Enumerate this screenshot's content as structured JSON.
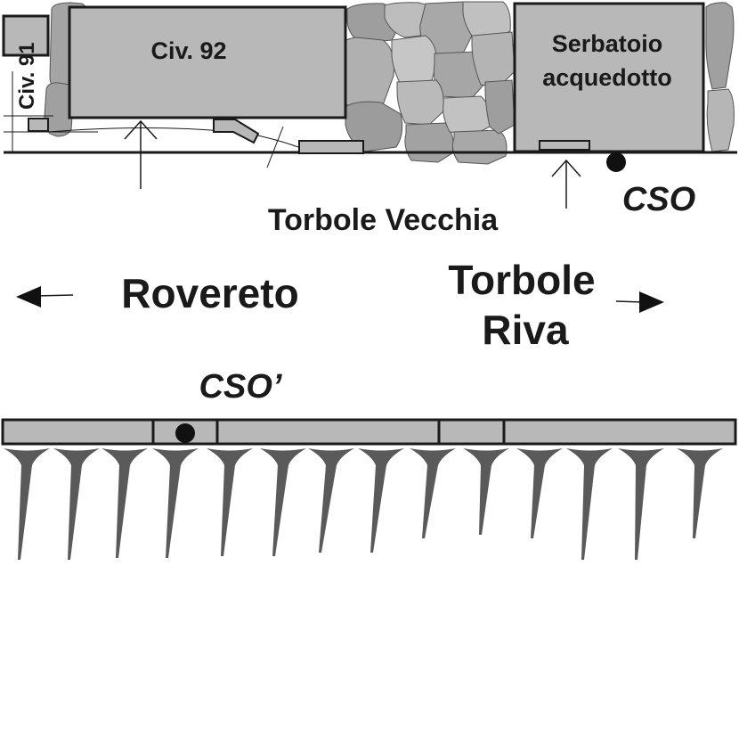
{
  "labels": {
    "civ91": "Civ. 91",
    "civ92": "Civ. 92",
    "serbatoio_line1": "Serbatoio",
    "serbatoio_line2": "acquedotto",
    "cso_top": "CSO",
    "cso_bottom": "CSO’",
    "torbole_vecchia": "Torbole Vecchia",
    "rovereto": "Rovereto",
    "torbole_riva_line1": "Torbole",
    "torbole_riva_line2": "Riva"
  },
  "colors": {
    "building_fill": "#b8b8b8",
    "stone_dark": "#9a9a9a",
    "stone_light": "#c4c4c4",
    "outline": "#1a1a1a",
    "pile": "#5a5a5a"
  }
}
